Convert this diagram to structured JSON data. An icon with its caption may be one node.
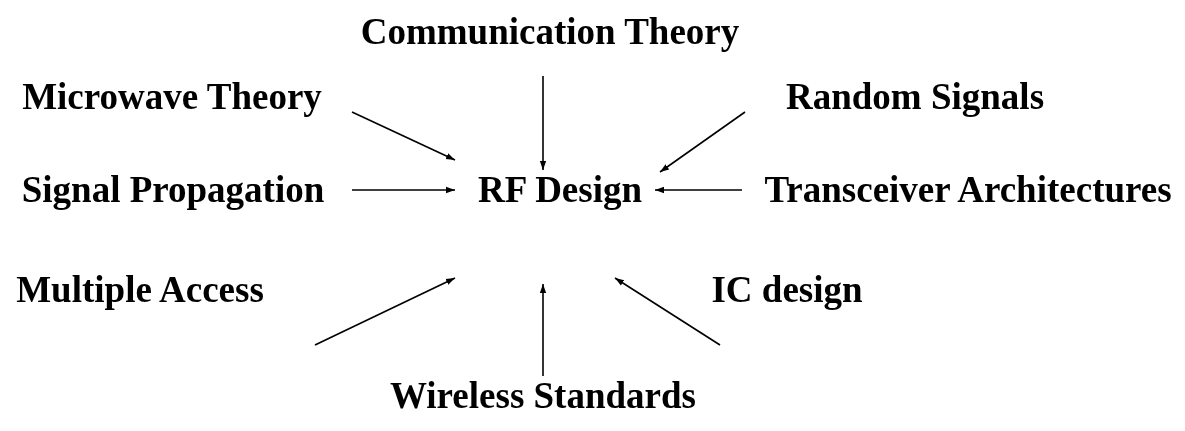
{
  "diagram": {
    "nodes": [
      {
        "text": [
          "Communication Theory"
        ]
      },
      {
        "text": [
          "Microwave Theory"
        ]
      },
      {
        "text": [
          "Random Signals"
        ]
      },
      {
        "text": [
          "Signal Propagation"
        ]
      },
      {
        "text": [
          "RF Design"
        ]
      },
      {
        "text": [
          "Transceiver Architectures"
        ]
      },
      {
        "text": [
          "Multiple Access"
        ]
      },
      {
        "text": [
          "IC design"
        ]
      },
      {
        "text": [
          "Wireless Standards"
        ]
      }
    ],
    "edges": [
      {
        "from": 0,
        "to": 4,
        "arrow": "to"
      },
      {
        "from": 1,
        "to": 4,
        "arrow": "to"
      },
      {
        "from": 2,
        "to": 4,
        "arrow": "to"
      },
      {
        "from": 3,
        "to": 4,
        "arrow": "to"
      },
      {
        "from": 5,
        "to": 4,
        "arrow": "to"
      },
      {
        "from": 6,
        "to": 4,
        "arrow": "to"
      },
      {
        "from": 7,
        "to": 4,
        "arrow": "to"
      },
      {
        "from": 8,
        "to": 4,
        "arrow": "to"
      }
    ]
  }
}
